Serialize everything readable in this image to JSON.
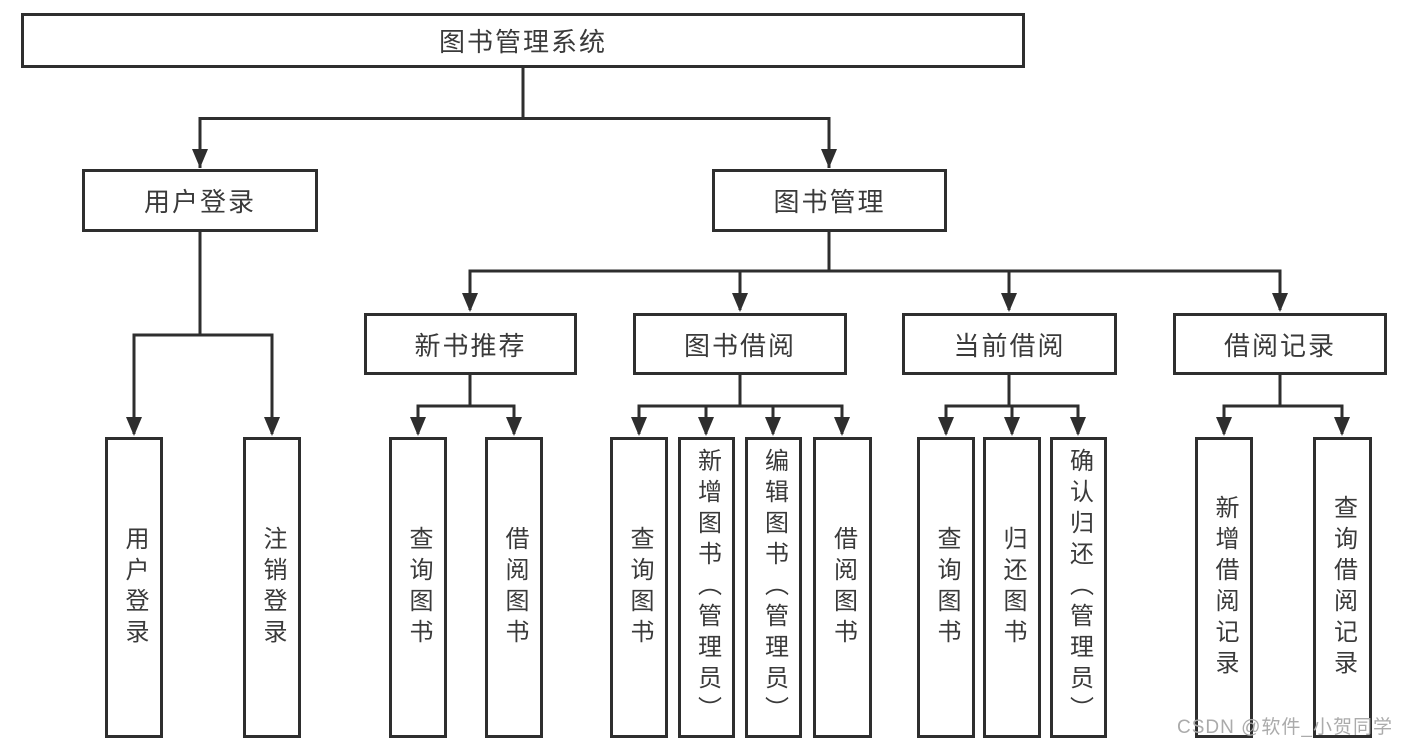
{
  "diagram": {
    "root": {
      "label": "图书管理系统"
    },
    "level2": [
      {
        "label": "用户登录",
        "children": [
          {
            "label": "用户登录"
          },
          {
            "label": "注销登录"
          }
        ]
      },
      {
        "label": "图书管理",
        "children": [
          {
            "label": "新书推荐",
            "children": [
              {
                "label": "查询图书"
              },
              {
                "label": "借阅图书"
              }
            ]
          },
          {
            "label": "图书借阅",
            "children": [
              {
                "label": "查询图书"
              },
              {
                "label": "新增图书（管理员）"
              },
              {
                "label": "编辑图书（管理员）"
              },
              {
                "label": "借阅图书"
              }
            ]
          },
          {
            "label": "当前借阅",
            "children": [
              {
                "label": "查询图书"
              },
              {
                "label": "归还图书"
              },
              {
                "label": "确认归还（管理员）"
              }
            ]
          },
          {
            "label": "借阅记录",
            "children": [
              {
                "label": "新增借阅记录"
              },
              {
                "label": "查询借阅记录"
              }
            ]
          }
        ]
      }
    ]
  },
  "watermark": {
    "text": "CSDN @软件_小贺同学"
  },
  "colors": {
    "line": "#2e2e2e",
    "text": "#3a3a3a",
    "background": "#ffffff",
    "watermark": "#ababab"
  }
}
